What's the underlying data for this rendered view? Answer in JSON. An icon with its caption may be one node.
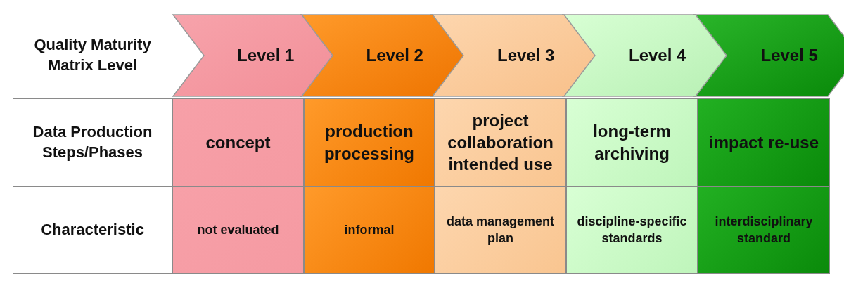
{
  "diagram": {
    "nodes": [
      {
        "text": [
          "Level 1"
        ]
      },
      {
        "text": [
          "Level 2"
        ]
      },
      {
        "text": [
          "Level 3"
        ]
      },
      {
        "text": [
          "Level 4"
        ]
      },
      {
        "text": [
          "Level 5"
        ]
      }
    ],
    "labels": [
      "Quality Maturity Matrix Level",
      "Data Production Steps/Phases",
      "concept",
      "production processing",
      "project collaboration intended use",
      "long-term archiving",
      "impact re-use",
      "Characteristic",
      "not evaluated",
      "informal",
      "data management plan",
      "discipline-specific standards",
      "interdisciplinary standard"
    ]
  }
}
